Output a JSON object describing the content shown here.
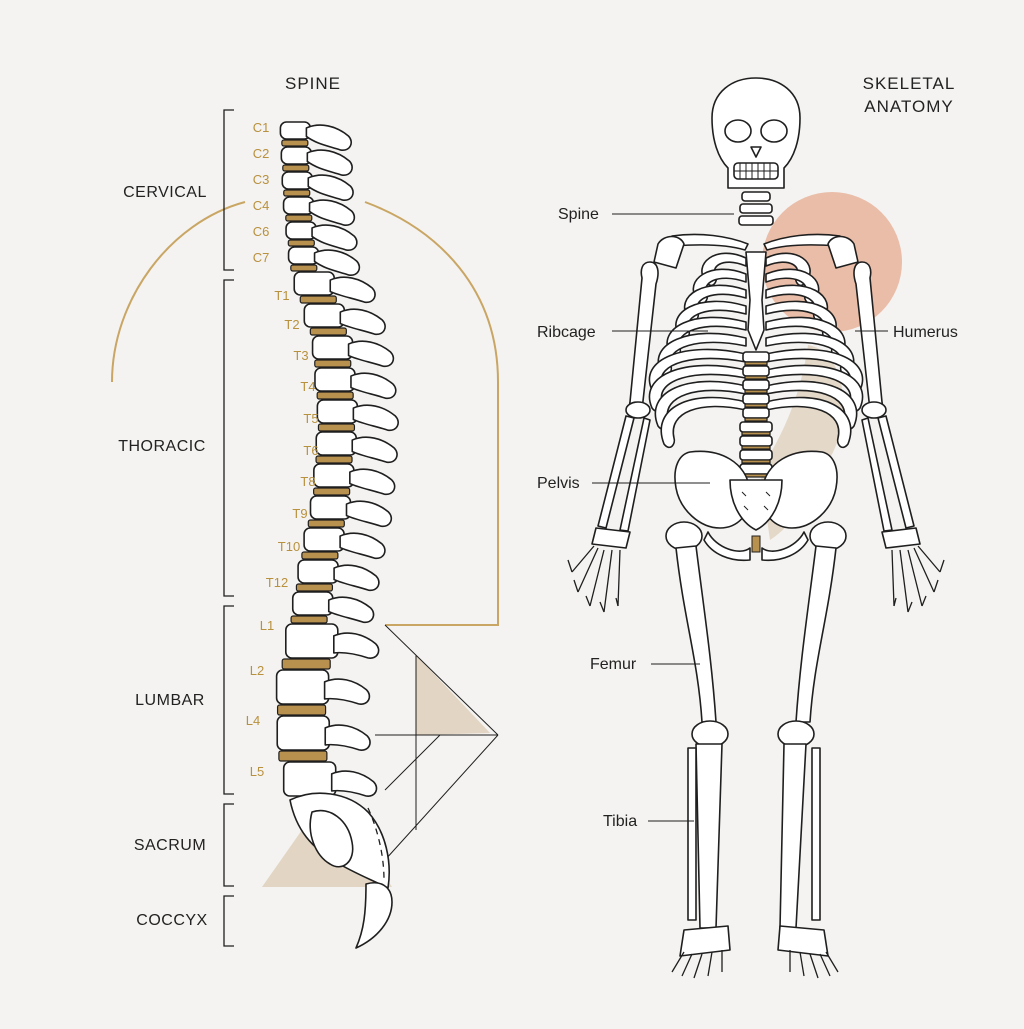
{
  "titles": {
    "spine": "SPINE",
    "skeletal_line1": "SKELETAL",
    "skeletal_line2": "ANATOMY"
  },
  "regions": [
    "CERVICAL",
    "THORACIC",
    "LUMBAR",
    "SACRUM",
    "COCCYX"
  ],
  "vertebrae": [
    "C1",
    "C2",
    "C3",
    "C4",
    "C6",
    "C7",
    "T1",
    "T2",
    "T3",
    "T4",
    "T5",
    "T6",
    "T8",
    "T9",
    "T10",
    "T12",
    "L1",
    "L2",
    "L4",
    "L5"
  ],
  "bone_labels": {
    "spine": "Spine",
    "ribcage": "Ribcage",
    "humerus": "Humerus",
    "pelvis": "Pelvis",
    "femur": "Femur",
    "tibia": "Tibia"
  },
  "colors": {
    "gold": "#c9a664",
    "disc": "#b8914f",
    "label_gold": "#b8913e",
    "beige": "#e2d5c3",
    "salmon": "#e8b39b",
    "ink": "#1f1f1f",
    "background": "#f4f3f1"
  }
}
